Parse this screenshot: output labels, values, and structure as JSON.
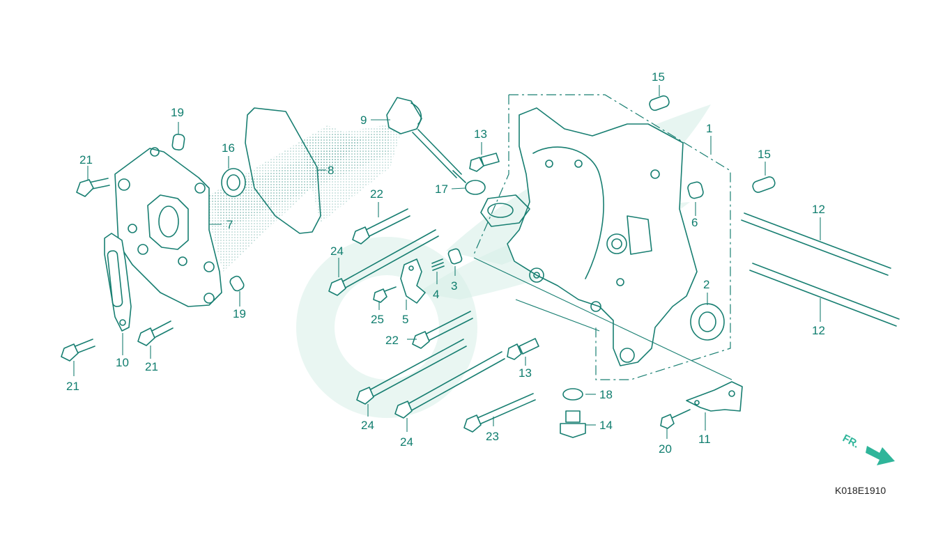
{
  "diagram": {
    "callouts": [
      {
        "id": "c1",
        "text": "1"
      },
      {
        "id": "c2",
        "text": "2"
      },
      {
        "id": "c3",
        "text": "3"
      },
      {
        "id": "c4",
        "text": "4"
      },
      {
        "id": "c5",
        "text": "5"
      },
      {
        "id": "c6",
        "text": "6"
      },
      {
        "id": "c7",
        "text": "7"
      },
      {
        "id": "c8",
        "text": "8"
      },
      {
        "id": "c9",
        "text": "9"
      },
      {
        "id": "c10",
        "text": "10"
      },
      {
        "id": "c11",
        "text": "11"
      },
      {
        "id": "c12a",
        "text": "12"
      },
      {
        "id": "c12b",
        "text": "12"
      },
      {
        "id": "c13a",
        "text": "13"
      },
      {
        "id": "c13b",
        "text": "13"
      },
      {
        "id": "c14",
        "text": "14"
      },
      {
        "id": "c15a",
        "text": "15"
      },
      {
        "id": "c15b",
        "text": "15"
      },
      {
        "id": "c16",
        "text": "16"
      },
      {
        "id": "c17",
        "text": "17"
      },
      {
        "id": "c18",
        "text": "18"
      },
      {
        "id": "c19a",
        "text": "19"
      },
      {
        "id": "c19b",
        "text": "19"
      },
      {
        "id": "c20",
        "text": "20"
      },
      {
        "id": "c21a",
        "text": "21"
      },
      {
        "id": "c21b",
        "text": "21"
      },
      {
        "id": "c21c",
        "text": "21"
      },
      {
        "id": "c22a",
        "text": "22"
      },
      {
        "id": "c22b",
        "text": "22"
      },
      {
        "id": "c23",
        "text": "23"
      },
      {
        "id": "c24a",
        "text": "24"
      },
      {
        "id": "c24b",
        "text": "24"
      },
      {
        "id": "c24c",
        "text": "24"
      },
      {
        "id": "c25",
        "text": "25"
      }
    ],
    "direction_label": "FR.",
    "diagram_code": "K018E1910",
    "colors": {
      "line": "#177e71",
      "callout": "#0f7d6e",
      "watermark": "#d7eee8",
      "arrow": "#2fb59a"
    }
  }
}
